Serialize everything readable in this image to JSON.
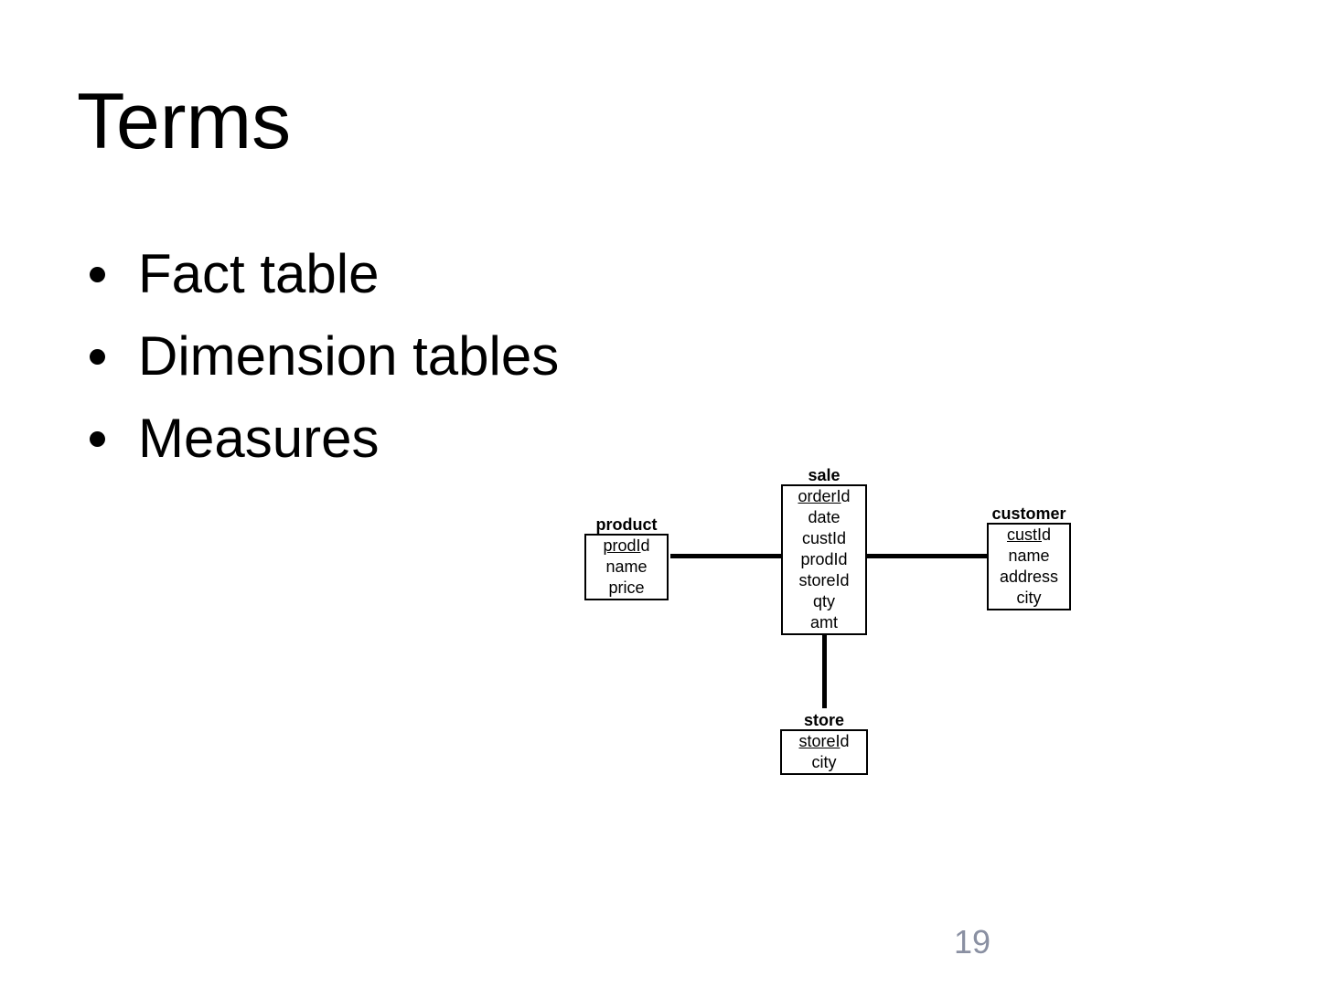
{
  "title": "Terms",
  "bullets": [
    "Fact table",
    "Dimension tables",
    "Measures"
  ],
  "page_number": "19",
  "colors": {
    "background": "#ffffff",
    "text": "#000000",
    "page_number": "#8a90a2"
  },
  "diagram": {
    "type": "star-schema",
    "fact_table": "sale",
    "dimension_tables": [
      "product",
      "customer",
      "store"
    ],
    "connections": [
      "product-sale",
      "sale-customer",
      "sale-store"
    ],
    "tables": {
      "sale": {
        "title": "sale",
        "pk_underlined": "orderI",
        "pk_tail": "d",
        "attrs": [
          "date",
          "custId",
          "prodId",
          "storeId",
          "qty",
          "amt"
        ]
      },
      "product": {
        "title": "product",
        "pk_underlined": "prodI",
        "pk_tail": "d",
        "attrs": [
          "name",
          "price"
        ]
      },
      "customer": {
        "title": "customer",
        "pk_underlined": "custI",
        "pk_tail": "d",
        "attrs": [
          "name",
          "address",
          "city"
        ]
      },
      "store": {
        "title": "store",
        "pk_underlined": "storeI",
        "pk_tail": "d",
        "attrs": [
          "city"
        ]
      }
    }
  }
}
